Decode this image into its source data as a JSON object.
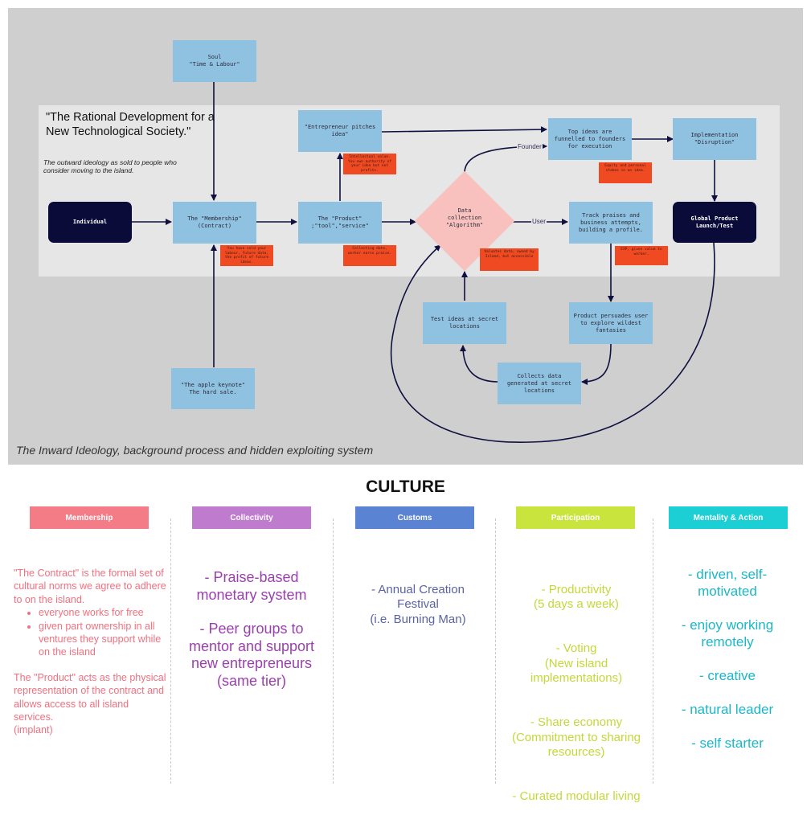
{
  "outer": {
    "title": "\"The Rational Development for a New Technological Society.\"",
    "subtitle": "The outward ideology as sold to people who consider moving to the island."
  },
  "inward_caption": "The Inward Ideology, background process and hidden exploiting system",
  "nodes": {
    "soul": "Soul\n\"Time & Labour\"",
    "individual": "Individual",
    "membership": "The \"Membership\"\n(Contract)",
    "product": "The \"Product\"\n;\"tool\",\"service\"",
    "entrepreneur": "\"Entrepreneur pitches idea\"",
    "data_collection": "Data\ncollection\n\"Algorithm\"",
    "top_ideas": "Top ideas are funnelled to founders for execution",
    "implementation": "Implementation\n\"Disruption\"",
    "track_praises": "Track praises and business attempts, building a profile.",
    "global_launch": "Global Product\nLaunch/Test",
    "test_ideas": "Test ideas at secret locations",
    "persuades": "Product persuades user to explore wildest fantasies",
    "collects_data": "Collects data generated at secret locations",
    "apple_keynote": "\"The apple keynote\"\nThe hard sale."
  },
  "notes": {
    "membership": "You have sold your labour, future data, the profit of future ideas.",
    "product": "Collecting data, worker earns praise.",
    "entrepreneur": "Intellectual value. You own authority of your idea but not profits.",
    "data": "Valuates data, owned by Island, but accessible",
    "top_ideas": "Equity and personal stakes in an idea.",
    "track": "EXP, given value to worker."
  },
  "edge_labels": {
    "founder": "Founder",
    "user": "User"
  },
  "culture": {
    "title": "CULTURE",
    "columns": [
      {
        "header": "Membership",
        "color": "#f47c86"
      },
      {
        "header": "Collectivity",
        "color": "#bf7ccf"
      },
      {
        "header": "Customs",
        "color": "#5b83d3"
      },
      {
        "header": "Participation",
        "color": "#c9e53d"
      },
      {
        "header": "Mentality & Action",
        "color": "#1bcfd4"
      }
    ],
    "membership": {
      "p1": "\"The Contract\" is the formal set of cultural norms we agree to adhere to on the island.",
      "bullets": [
        "everyone works for free",
        "given part ownership in all ventures they support while on the island"
      ],
      "p2": "The \"Product\" acts as the physical representation of the contract and allows access to all island services.",
      "p3": "(implant)"
    },
    "collectivity": [
      "- Praise-based monetary system",
      "- Peer groups to mentor and support new entrepreneurs (same tier)"
    ],
    "customs": [
      "- Annual Creation Festival\n(i.e. Burning Man)"
    ],
    "participation": [
      "- Productivity\n(5 days a week)",
      "- Voting\n(New island implementations)",
      "- Share economy\n(Commitment to sharing resources)",
      "- Curated modular living"
    ],
    "mentality": [
      "- driven, self-motivated",
      "- enjoy working remotely",
      "- creative",
      "- natural leader",
      "- self starter"
    ],
    "text_colors": {
      "membership": "#f2707f",
      "collectivity": "#9b3fae",
      "customs": "#5a63a3",
      "participation": "#c4d83a",
      "mentality": "#1ab7c9"
    }
  }
}
